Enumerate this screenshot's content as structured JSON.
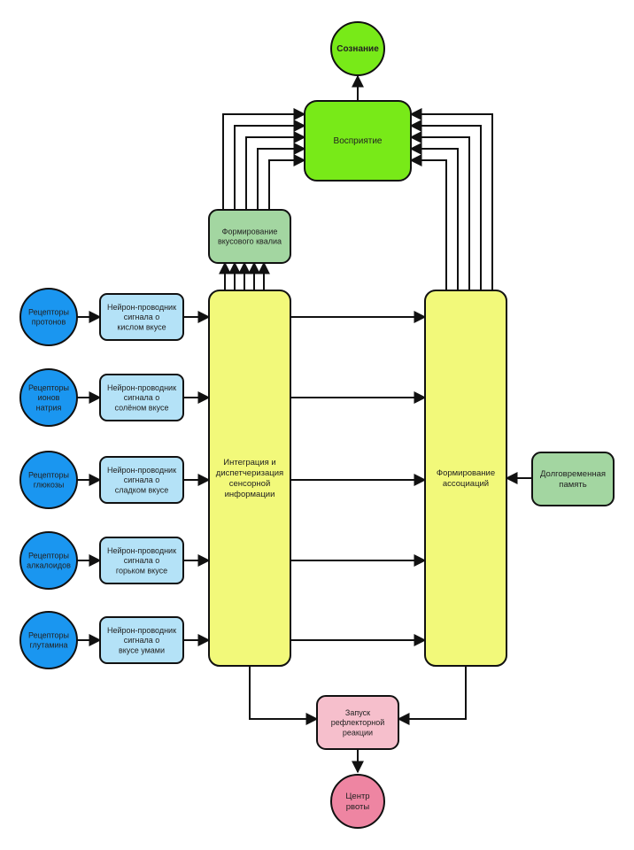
{
  "colors": {
    "receptor": "#1a96f0",
    "neuron": "#b4e2f7",
    "integration": "#f2f97a",
    "perception": "#78ea18",
    "consciousness": "#78ea18",
    "qualia": "#a3d6a1",
    "memory": "#a3d6a1",
    "reflex": "#f6bfcc",
    "vomit_center": "#ee85a2",
    "stroke": "#111111"
  },
  "receptors": [
    {
      "lines": [
        "Рецепторы",
        "протонов"
      ]
    },
    {
      "lines": [
        "Рецепторы",
        "ионов",
        "натрия"
      ]
    },
    {
      "lines": [
        "Рецепторы",
        "глюкозы"
      ]
    },
    {
      "lines": [
        "Рецепторы",
        "алкалоидов"
      ]
    },
    {
      "lines": [
        "Рецепторы",
        "глутамина"
      ]
    }
  ],
  "neurons": [
    {
      "lines": [
        "Нейрон-проводник",
        "сигнала о",
        "кислом вкусе"
      ]
    },
    {
      "lines": [
        "Нейрон-проводник",
        "сигнала о",
        "солёном вкусе"
      ]
    },
    {
      "lines": [
        "Нейрон-проводник",
        "сигнала о",
        "сладком вкусе"
      ]
    },
    {
      "lines": [
        "Нейрон-проводник",
        "сигнала о",
        "горьком вкусе"
      ]
    },
    {
      "lines": [
        "Нейрон-проводник",
        "сигнала о",
        "вкусе умами"
      ]
    }
  ],
  "integration": {
    "lines": [
      "Интеграция и",
      "диспетчеризация",
      "сенсорной",
      "информации"
    ]
  },
  "associations": {
    "lines": [
      "Формирование",
      "ассоциаций"
    ]
  },
  "memory": {
    "lines": [
      "Долговременная",
      "память"
    ]
  },
  "qualia": {
    "lines": [
      "Формирование",
      "вкусового квалиа"
    ]
  },
  "perception": {
    "lines": [
      "Восприятие"
    ]
  },
  "consciousness": {
    "lines": [
      "Сознание"
    ]
  },
  "reflex": {
    "lines": [
      "Запуск",
      "рефлекторной",
      "реакции"
    ]
  },
  "vomit_center": {
    "lines": [
      "Центр",
      "рвоты"
    ]
  }
}
